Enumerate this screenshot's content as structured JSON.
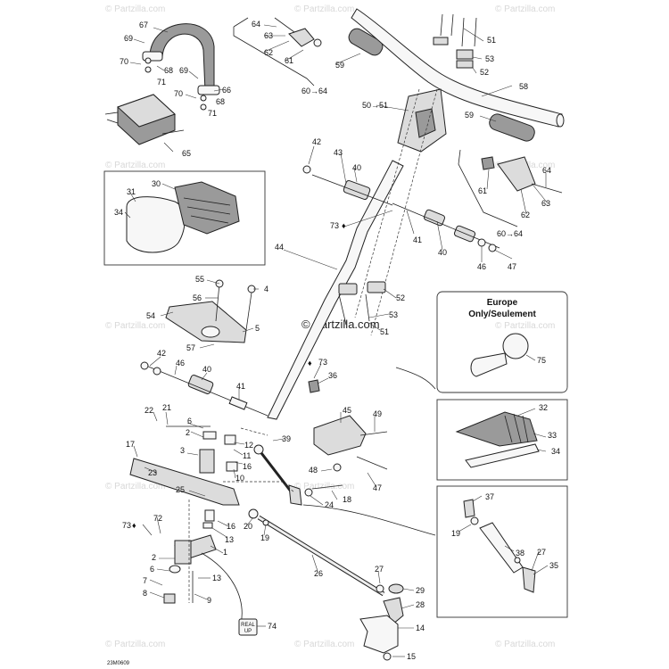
{
  "watermark": "© Partzilla.com",
  "center_watermark": "© Partzilla.com",
  "drawing_code": "23M0609",
  "europe_box": {
    "line1": "Europe",
    "line2": "Only/Seulement"
  },
  "tag_74": {
    "line1": "REAL",
    "line2": "UP"
  },
  "glue_symbol": "♦",
  "labels": {
    "l67": "67",
    "l69a": "69",
    "l70a": "70",
    "l68a": "68",
    "l71a": "71",
    "l69b": "69",
    "l70b": "70",
    "l66": "66",
    "l68b": "68",
    "l71b": "71",
    "l65": "65",
    "l64a": "64",
    "l63a": "63",
    "l62a": "62",
    "l61a": "61",
    "l59a": "59",
    "l6064a": "60→64",
    "l51a": "51",
    "l53a": "53",
    "l52a": "52",
    "l58": "58",
    "l5051": "50→51",
    "l59b": "59",
    "l42a": "42",
    "l43": "43",
    "l40a": "40",
    "l61b": "61",
    "l64b": "64",
    "l63b": "63",
    "l62b": "62",
    "l31": "31",
    "l30": "30",
    "l34a": "34",
    "l73a": "73",
    "l41a": "41",
    "l40b": "40",
    "l6064b": "60→64",
    "l46a": "46",
    "l47a": "47",
    "l44": "44",
    "l55": "55",
    "l4": "4",
    "l56": "56",
    "l54": "54",
    "l5": "5",
    "l57": "57",
    "l52b": "52",
    "l53b": "53",
    "l51b": "51",
    "l75": "75",
    "l42b": "42",
    "l46b": "46",
    "l40c": "40",
    "l73b": "73",
    "l36": "36",
    "l41b": "41",
    "l22": "22",
    "l21": "21",
    "l6a": "6",
    "l2a": "2",
    "l12": "12",
    "l3": "3",
    "l11": "11",
    "l16a": "16",
    "l17": "17",
    "l23": "23",
    "l10": "10",
    "l39": "39",
    "l45": "45",
    "l49": "49",
    "l48": "48",
    "l47b": "47",
    "l32": "32",
    "l33": "33",
    "l34b": "34",
    "l25": "25",
    "l24": "24",
    "l18": "18",
    "l16b": "16",
    "l20": "20",
    "l19a": "19",
    "l13a": "13",
    "l73c": "73",
    "l72": "72",
    "l37": "37",
    "l19b": "19",
    "l38": "38",
    "l27a": "27",
    "l35": "35",
    "l2b": "2",
    "l1": "1",
    "l6b": "6",
    "l7": "7",
    "l8": "8",
    "l13b": "13",
    "l9": "9",
    "l26": "26",
    "l27b": "27",
    "l29": "29",
    "l28": "28",
    "l74": "74",
    "l14": "14",
    "l15": "15"
  }
}
